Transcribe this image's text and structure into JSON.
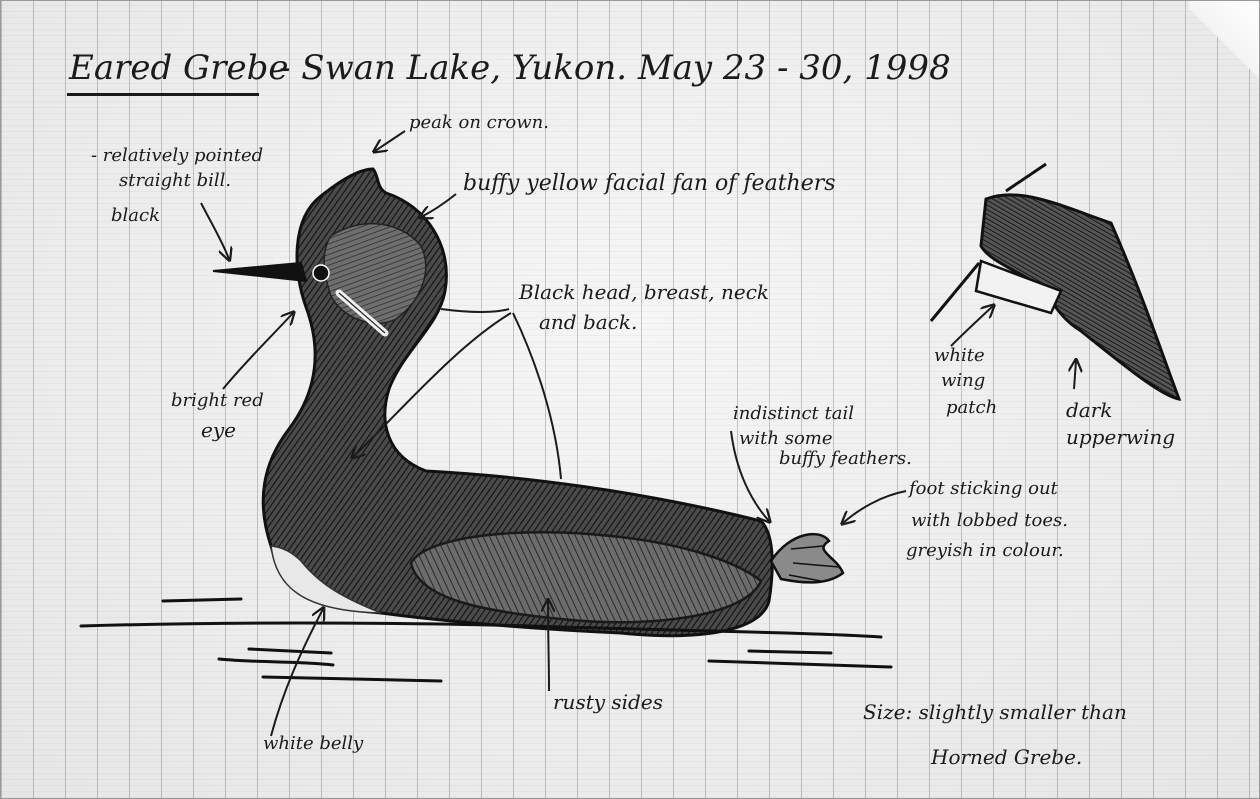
{
  "title": {
    "species": "Eared Grebe",
    "rest": "- Swan Lake, Yukon. May 23 - 30, 1998"
  },
  "labels": {
    "crown": "peak on crown.",
    "bill_1": "- relatively pointed",
    "bill_2": "straight bill.",
    "bill_3": "black",
    "facial_fan": "buffy yellow facial fan of feathers",
    "head_1": "Black head, breast, neck",
    "head_2": "and back.",
    "eye_1": "bright red",
    "eye_2": "eye",
    "tail_1": "indistinct tail",
    "tail_2": "with some",
    "tail_3": "buffy feathers.",
    "foot_1": "foot sticking out",
    "foot_2": "with lobbed toes.",
    "foot_3": "greyish in colour.",
    "wing_patch_1": "white",
    "wing_patch_2": "wing",
    "wing_patch_3": "patch",
    "upperwing_1": "dark",
    "upperwing_2": "upperwing",
    "belly": "white belly",
    "sides": "rusty sides",
    "size_1": "Size: slightly smaller than",
    "size_2": "Horned Grebe."
  }
}
